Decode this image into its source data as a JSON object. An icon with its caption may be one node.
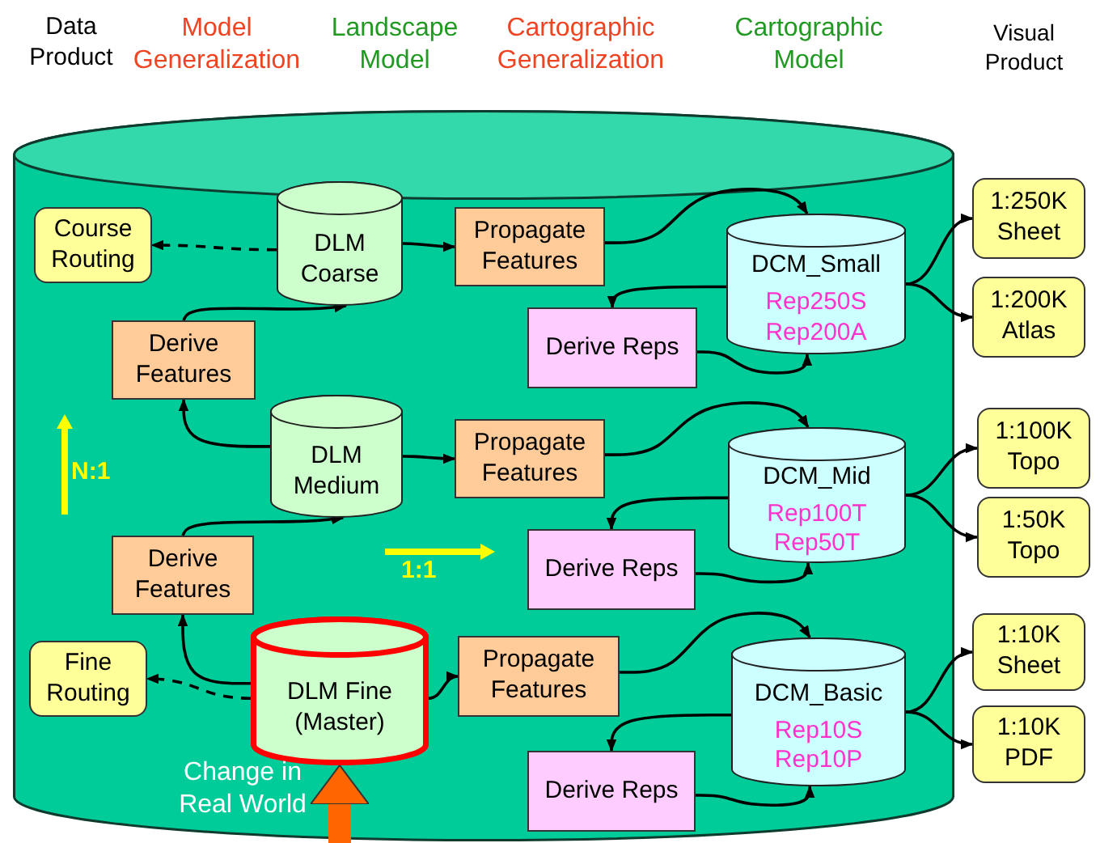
{
  "diagram": {
    "nodes": [
      {
        "text": [],
        "shape": "cylinder"
      },
      {
        "text": [
          "Course Routing"
        ],
        "in": 0
      },
      {
        "text": [
          "DLM Coarse"
        ],
        "in": 0
      },
      {
        "text": [
          "Propagate Features"
        ],
        "in": 0
      },
      {
        "text": [
          "DCM_Small",
          "Rep250S",
          "Rep200A"
        ],
        "in": 0
      },
      {
        "text": [
          "Derive Features"
        ],
        "in": 0
      },
      {
        "text": [
          "Derive Reps"
        ],
        "in": 0
      },
      {
        "text": [
          "DLM Medium"
        ],
        "in": 0
      },
      {
        "text": [
          "Propagate Features"
        ],
        "in": 0
      },
      {
        "text": [
          "DCM_Mid",
          "Rep100T",
          "Rep50T"
        ],
        "in": 0
      },
      {
        "text": [
          "Derive Features"
        ],
        "in": 0
      },
      {
        "text": [
          "Derive Reps"
        ],
        "in": 0
      },
      {
        "text": [
          "Fine Routing"
        ],
        "in": 0
      },
      {
        "text": [
          "DLM Fine (Master)"
        ],
        "in": 0
      },
      {
        "text": [
          "Propagate Features"
        ],
        "in": 0
      },
      {
        "text": [
          "DCM_Basic",
          "Rep10S",
          "Rep10P"
        ],
        "in": 0
      },
      {
        "text": [
          "Derive Reps"
        ],
        "in": 0
      },
      {
        "text": [
          "1:250K Sheet"
        ]
      },
      {
        "text": [
          "1:200K Atlas"
        ]
      },
      {
        "text": [
          "1:100K Topo"
        ]
      },
      {
        "text": [
          "1:50K Topo"
        ]
      },
      {
        "text": [
          "1:10K Sheet"
        ]
      },
      {
        "text": [
          "1:10K PDF"
        ]
      }
    ],
    "edges": [
      {
        "from": 2,
        "to": 1,
        "arrow": "to",
        "style": "dashed"
      },
      {
        "from": 2,
        "to": 3,
        "arrow": "to"
      },
      {
        "from": 3,
        "to": 4,
        "arrow": "to"
      },
      {
        "from": 4,
        "to": 6,
        "arrow": "to"
      },
      {
        "from": 6,
        "to": 4,
        "arrow": "to"
      },
      {
        "from": 4,
        "to": 17,
        "arrow": "to"
      },
      {
        "from": 4,
        "to": 18,
        "arrow": "to"
      },
      {
        "from": 5,
        "to": 2,
        "arrow": "to"
      },
      {
        "from": 7,
        "to": 5,
        "arrow": "to"
      },
      {
        "from": 7,
        "to": 8,
        "arrow": "to"
      },
      {
        "from": 8,
        "to": 9,
        "arrow": "to"
      },
      {
        "from": 9,
        "to": 11,
        "arrow": "to"
      },
      {
        "from": 11,
        "to": 9,
        "arrow": "to"
      },
      {
        "from": 9,
        "to": 19,
        "arrow": "to"
      },
      {
        "from": 9,
        "to": 20,
        "arrow": "to"
      },
      {
        "from": 10,
        "to": 7,
        "arrow": "to"
      },
      {
        "from": 13,
        "to": 10,
        "arrow": "to"
      },
      {
        "from": 13,
        "to": 12,
        "arrow": "to",
        "style": "dashed"
      },
      {
        "from": 13,
        "to": 14,
        "arrow": "to"
      },
      {
        "from": 14,
        "to": 15,
        "arrow": "to"
      },
      {
        "from": 15,
        "to": 16,
        "arrow": "to"
      },
      {
        "from": 16,
        "to": 15,
        "arrow": "to"
      },
      {
        "from": 15,
        "to": 21,
        "arrow": "to"
      },
      {
        "from": 15,
        "to": 22,
        "arrow": "to"
      },
      {
        "from": null,
        "to": 13,
        "arrow": "to",
        "style": "thick",
        "color": "#ff6600"
      }
    ],
    "labels": [
      "Data Product",
      "Model Generalization",
      "Landscape Model",
      "Cartographic Generalization",
      "Cartographic Model",
      "Visual Product",
      "N:1",
      "1:1",
      "Change in Real World"
    ]
  }
}
